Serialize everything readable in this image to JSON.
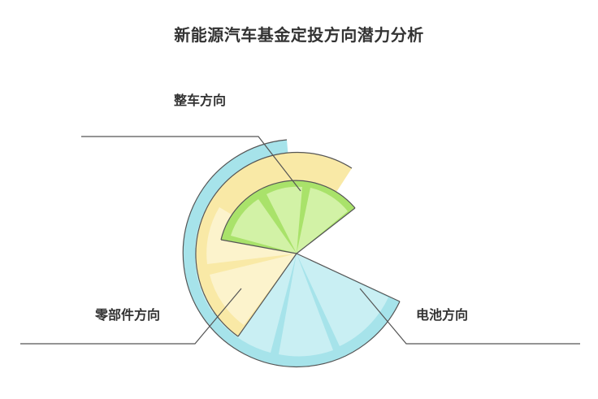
{
  "title": "新能源汽车基金定投方向潜力分析",
  "labels": {
    "vehicle": "整车方向",
    "parts": "零部件方向",
    "battery": "电池方向"
  },
  "segments": [
    {
      "name": "电池方向",
      "layer": "outer",
      "color": "#a6e3ea",
      "inner_color": "#c9eff3",
      "start_deg": 25,
      "end_deg": 265,
      "radius": 140
    },
    {
      "name": "零部件方向",
      "layer": "middle",
      "color": "#f9e9a6",
      "inner_color": "#fcf3cc",
      "start_deg": 125,
      "end_deg": 330,
      "radius": 125
    },
    {
      "name": "整车方向",
      "layer": "inner",
      "color": "#a9e26a",
      "inner_color": "#d2f2a6",
      "start_deg": 190,
      "end_deg": 325,
      "radius": 95
    }
  ],
  "colors": {
    "outline": "#555555",
    "leader": "#555555",
    "text": "#333333"
  }
}
